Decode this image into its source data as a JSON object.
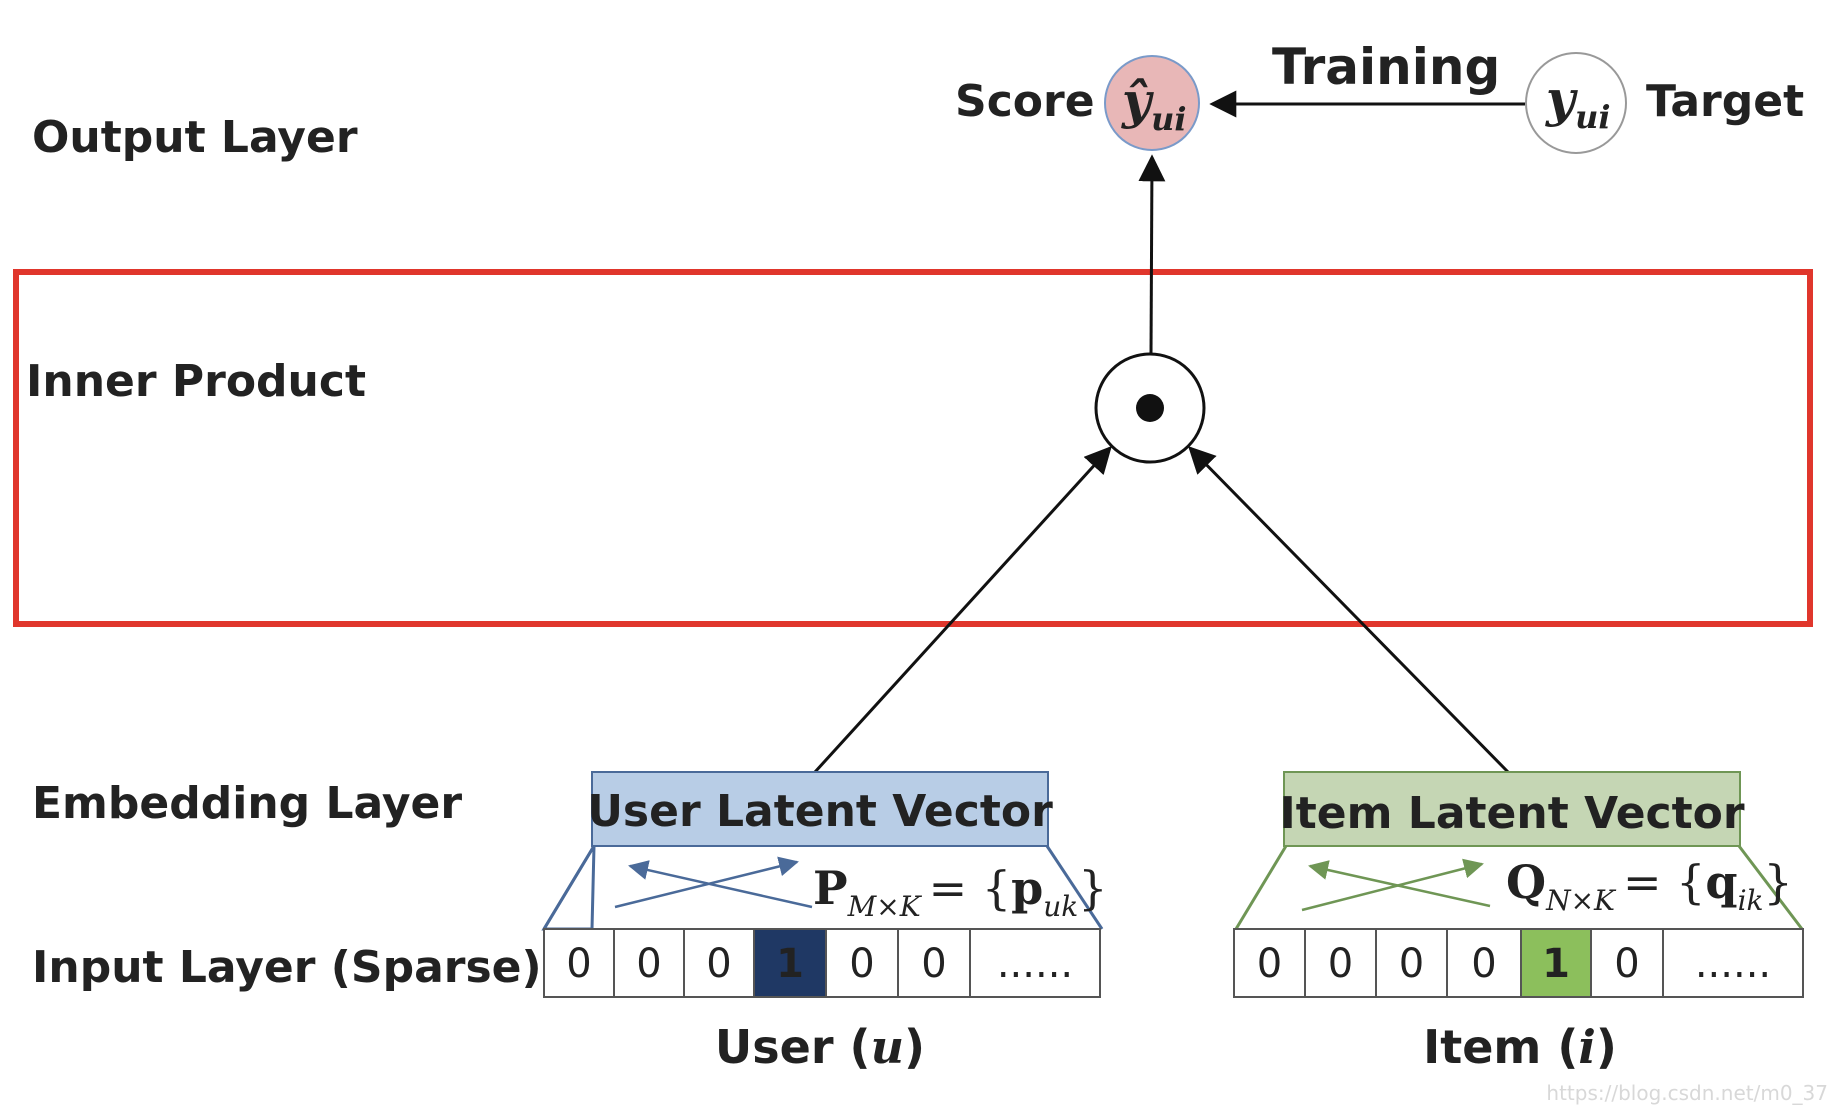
{
  "layers": {
    "output": "Output Layer",
    "inner": "Inner Product",
    "embedding": "Embedding Layer",
    "input": "Input Layer (Sparse)"
  },
  "output": {
    "score": "Score",
    "training": "Training",
    "target": "Target",
    "prediction_symbol": {
      "base": "ŷ",
      "sub": "ui"
    },
    "target_symbol": {
      "base": "y",
      "sub": "ui"
    }
  },
  "inner_product_symbol": "•",
  "user": {
    "box_label": "User Latent Vector",
    "matrix": {
      "base": "P",
      "sub": "M×K",
      "eq": "= {",
      "elem": "p",
      "elem_sub": "uk",
      "close": "}"
    },
    "cells": [
      "0",
      "0",
      "0",
      "1",
      "0",
      "0",
      "......"
    ],
    "active_index": 3,
    "caption": {
      "text": "User (",
      "var": "u",
      "close": ")"
    }
  },
  "item": {
    "box_label": "Item Latent Vector",
    "matrix": {
      "base": "Q",
      "sub": "N×K",
      "eq": "= {",
      "elem": "q",
      "elem_sub": "ik",
      "close": "}"
    },
    "cells": [
      "0",
      "0",
      "0",
      "0",
      "1",
      "0",
      "......"
    ],
    "active_index": 4,
    "caption": {
      "text": "Item (",
      "var": "i",
      "close": ")"
    }
  },
  "watermark": "https://blog.csdn.net/m0_37",
  "colors": {
    "highlight_box": "#e0362c",
    "user_fill": "#b8cde6",
    "user_stroke": "#4a6a99",
    "user_active": "#1f3864",
    "item_fill": "#c5d6b4",
    "item_stroke": "#6f9655",
    "item_active": "#8cbf5c",
    "score_fill": "#e8b7b7"
  }
}
